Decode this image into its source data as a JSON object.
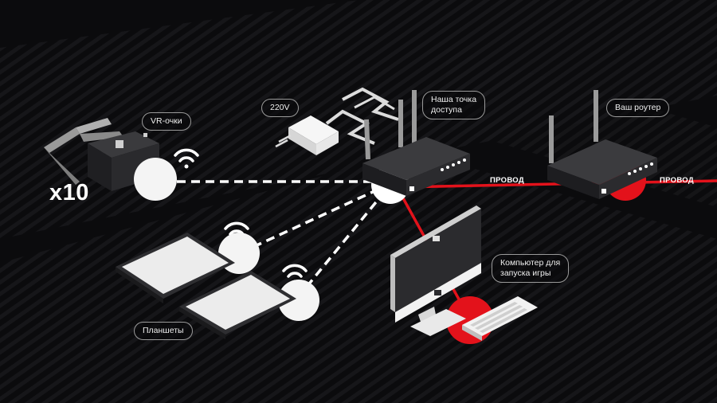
{
  "colors": {
    "background": "#0b0b0d",
    "accent_red": "#e3121b",
    "device_dark": "#2b2b2e",
    "white": "#ffffff"
  },
  "labels": {
    "vr_headset": "VR-очки",
    "vr_count": "x10",
    "power_adapter": "220V",
    "access_point": "Наша точка\nдоступа",
    "router": "Ваш роутер",
    "computer": "Компьютер для\nзапуска игры",
    "tablets": "Планшеты",
    "wire_1": "ПРОВОД",
    "wire_2": "ПРОВОД"
  },
  "icons": [
    "wifi-icon",
    "vr-headset-icon",
    "tablet-icon",
    "router-icon",
    "computer-icon",
    "keyboard-icon",
    "power-adapter-icon"
  ]
}
